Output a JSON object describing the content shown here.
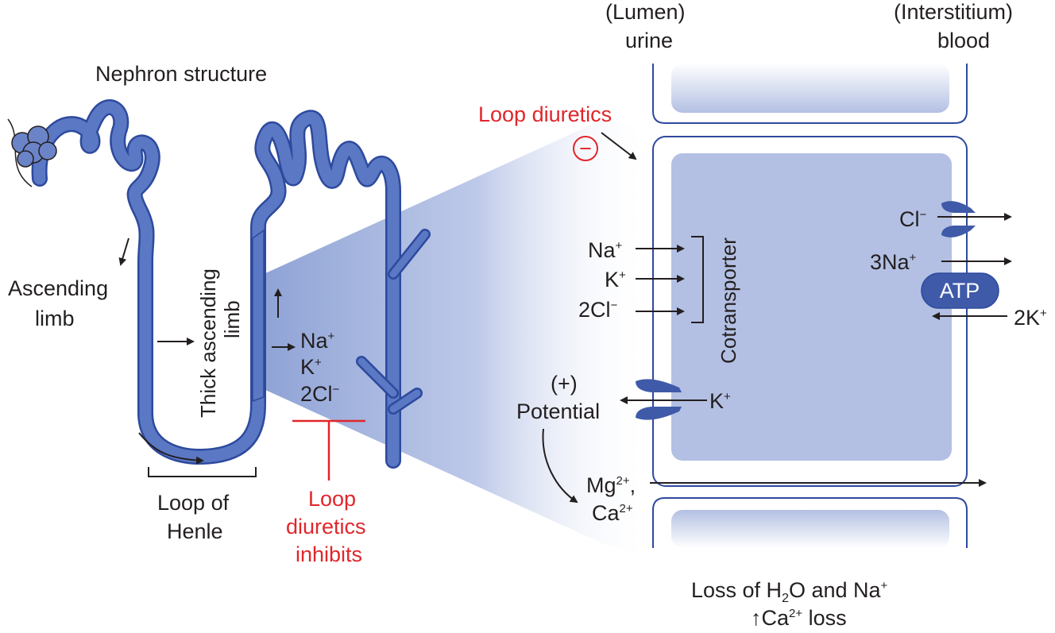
{
  "nephron": {
    "title": "Nephron structure",
    "ascending_limb": [
      "Ascending",
      "limb"
    ],
    "thick_ascending_limb": [
      "Thick ascending",
      "limb"
    ],
    "loop_of_henle": [
      "Loop of",
      "Henle"
    ],
    "ions": [
      "Na",
      "K",
      "2Cl"
    ],
    "ion_charges": [
      "+",
      "+",
      "−"
    ],
    "inhibit_label": [
      "Loop",
      "diuretics",
      "inhibits"
    ]
  },
  "cell": {
    "lumen_label": [
      "(Lumen)",
      "urine"
    ],
    "interstitium_label": [
      "(Interstitium)",
      "blood"
    ],
    "loop_diuretics": "Loop diuretics",
    "minus_sign": "−",
    "cotransporter_ions": [
      "Na",
      "K",
      "2Cl"
    ],
    "cotransporter_charges": [
      "+",
      "+",
      "−"
    ],
    "cotransporter": "Cotransporter",
    "cl_channel": "Cl",
    "cl_charge": "−",
    "na_pump": "3Na",
    "na_pump_charge": "+",
    "atp": "ATP",
    "k_pump": "2K",
    "k_pump_charge": "+",
    "k_channel": "K",
    "k_channel_charge": "+",
    "potential": [
      "(+)",
      "Potential"
    ],
    "mg": "Mg",
    "mg_charge": "2+",
    "mg_comma": ",",
    "ca": "Ca",
    "ca_charge": "2+"
  },
  "footer": {
    "line1_a": "Loss of H",
    "line1_sub": "2",
    "line1_b": "O and Na",
    "line1_charge": "+",
    "arrow": "↑",
    "line2_a": "Ca",
    "line2_charge": "2+",
    "line2_b": " loss"
  },
  "colors": {
    "tubule": "#5b78c4",
    "tubule_outline": "#2e4a9e",
    "cell_fill": "#b3c0e3",
    "funnel": "#8fa3d6",
    "inhibit_red": "#e0262b",
    "text": "#231f20"
  }
}
